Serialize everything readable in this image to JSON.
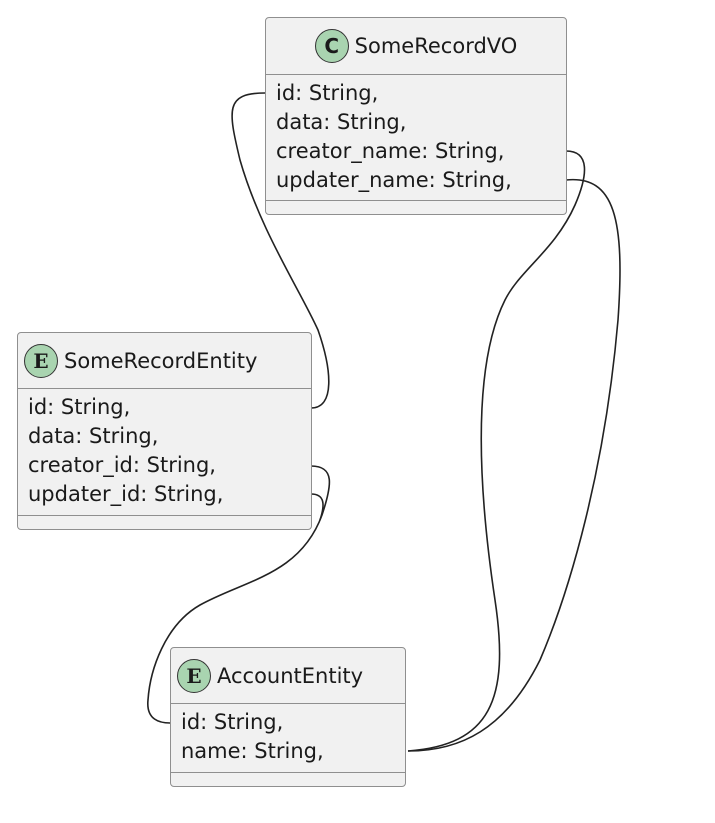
{
  "classes": {
    "vo": {
      "badge": "C",
      "name": "SomeRecordVO",
      "fields": [
        "id: String,",
        "data: String,",
        "creator_name: String,",
        "updater_name: String,"
      ]
    },
    "entity": {
      "badge": "E",
      "name": "SomeRecordEntity",
      "fields": [
        "id: String,",
        "data: String,",
        "creator_id: String,",
        "updater_id: String,"
      ]
    },
    "account": {
      "badge": "E",
      "name": "AccountEntity",
      "fields": [
        "id: String,",
        "name: String,"
      ]
    }
  },
  "relations": [
    {
      "from": "SomeRecordVO.id",
      "to": "SomeRecordEntity.id"
    },
    {
      "from": "SomeRecordVO.creator_name",
      "to": "AccountEntity.name"
    },
    {
      "from": "SomeRecordVO.updater_name",
      "to": "AccountEntity.name"
    },
    {
      "from": "SomeRecordEntity.creator_id",
      "to": "AccountEntity.id"
    },
    {
      "from": "SomeRecordEntity.updater_id",
      "to": "AccountEntity.id"
    }
  ],
  "colors": {
    "badge": "#a9d4b0",
    "box": "#f1f1f1",
    "border": "#8f8f8f"
  }
}
